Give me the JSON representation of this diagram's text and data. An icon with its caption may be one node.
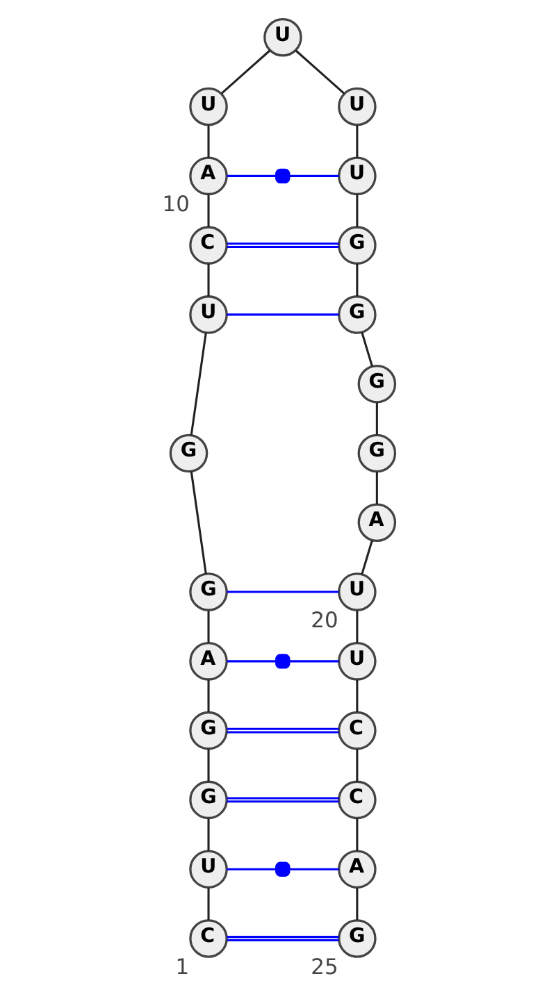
{
  "diagram": {
    "nodes": [
      {
        "text": [
          "C"
        ],
        "beside": [
          "1"
        ]
      },
      {
        "text": [
          "U"
        ]
      },
      {
        "text": [
          "G"
        ]
      },
      {
        "text": [
          "G"
        ]
      },
      {
        "text": [
          "A"
        ]
      },
      {
        "text": [
          "G"
        ]
      },
      {
        "text": [
          "G"
        ]
      },
      {
        "text": [
          "U"
        ]
      },
      {
        "text": [
          "C"
        ]
      },
      {
        "text": [
          "A"
        ],
        "beside": [
          "10"
        ]
      },
      {
        "text": [
          "U"
        ]
      },
      {
        "text": [
          "U"
        ]
      },
      {
        "text": [
          "U"
        ]
      },
      {
        "text": [
          "U"
        ]
      },
      {
        "text": [
          "G"
        ]
      },
      {
        "text": [
          "G"
        ]
      },
      {
        "text": [
          "G"
        ]
      },
      {
        "text": [
          "G"
        ]
      },
      {
        "text": [
          "A"
        ]
      },
      {
        "text": [
          "U"
        ],
        "beside": [
          "20"
        ]
      },
      {
        "text": [
          "U"
        ]
      },
      {
        "text": [
          "C"
        ]
      },
      {
        "text": [
          "C"
        ]
      },
      {
        "text": [
          "A"
        ]
      },
      {
        "text": [
          "G"
        ],
        "beside": [
          "25"
        ]
      }
    ],
    "edges": [
      {
        "from": 0,
        "to": 1,
        "arrow": "none"
      },
      {
        "from": 1,
        "to": 2,
        "arrow": "none"
      },
      {
        "from": 2,
        "to": 3,
        "arrow": "none"
      },
      {
        "from": 3,
        "to": 4,
        "arrow": "none"
      },
      {
        "from": 4,
        "to": 5,
        "arrow": "none"
      },
      {
        "from": 5,
        "to": 6,
        "arrow": "none"
      },
      {
        "from": 6,
        "to": 7,
        "arrow": "none"
      },
      {
        "from": 7,
        "to": 8,
        "arrow": "none"
      },
      {
        "from": 8,
        "to": 9,
        "arrow": "none"
      },
      {
        "from": 9,
        "to": 10,
        "arrow": "none"
      },
      {
        "from": 10,
        "to": 11,
        "arrow": "none"
      },
      {
        "from": 11,
        "to": 12,
        "arrow": "none"
      },
      {
        "from": 12,
        "to": 13,
        "arrow": "none"
      },
      {
        "from": 13,
        "to": 14,
        "arrow": "none"
      },
      {
        "from": 14,
        "to": 15,
        "arrow": "none"
      },
      {
        "from": 15,
        "to": 16,
        "arrow": "none"
      },
      {
        "from": 16,
        "to": 17,
        "arrow": "none"
      },
      {
        "from": 17,
        "to": 18,
        "arrow": "none"
      },
      {
        "from": 18,
        "to": 19,
        "arrow": "none"
      },
      {
        "from": 19,
        "to": 20,
        "arrow": "none"
      },
      {
        "from": 20,
        "to": 21,
        "arrow": "none"
      },
      {
        "from": 21,
        "to": 22,
        "arrow": "none"
      },
      {
        "from": 22,
        "to": 23,
        "arrow": "none"
      },
      {
        "from": 23,
        "to": 24,
        "arrow": "none"
      },
      {
        "from": 0,
        "to": 24,
        "arrow": "none",
        "color": "#0000ff"
      },
      {
        "from": 1,
        "to": 23,
        "arrow": "none",
        "color": "#0000ff"
      },
      {
        "from": 2,
        "to": 22,
        "arrow": "none",
        "color": "#0000ff"
      },
      {
        "from": 3,
        "to": 21,
        "arrow": "none",
        "color": "#0000ff"
      },
      {
        "from": 4,
        "to": 20,
        "arrow": "none",
        "color": "#0000ff"
      },
      {
        "from": 5,
        "to": 19,
        "arrow": "none",
        "color": "#0000ff"
      },
      {
        "from": 7,
        "to": 15,
        "arrow": "none",
        "color": "#0000ff"
      },
      {
        "from": 8,
        "to": 14,
        "arrow": "none",
        "color": "#0000ff"
      },
      {
        "from": 9,
        "to": 13,
        "arrow": "none",
        "color": "#0000ff"
      }
    ]
  }
}
